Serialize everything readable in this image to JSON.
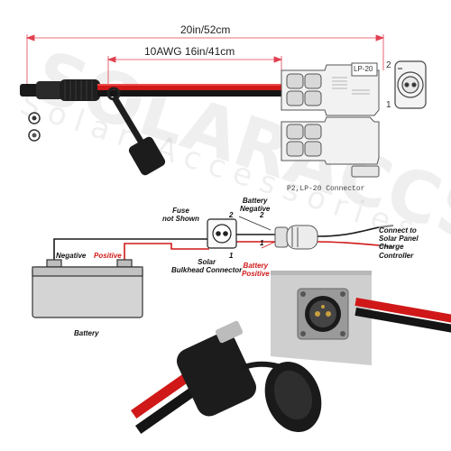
{
  "dimensions": {
    "total_length": "20in/52cm",
    "wire_spec": "10AWG 16in/41cm"
  },
  "top_connector": {
    "model_label": "LP-20",
    "pin_2": "2",
    "pin_1": "1"
  },
  "caption": "P2,LP-20 Connector",
  "wiring": {
    "fuse_note": "Fuse\nnot Shown",
    "battery_negative": "Battery\nNegative",
    "negative": "Negative",
    "positive": "Positive",
    "battery": "Battery",
    "bulkhead": "Solar\nBulkhead Connector",
    "battery_positive": "Battery\nPositive",
    "connect_to": "Connect to\nSolar Panel\nCharge\nController",
    "pin_2": "2",
    "pin_1": "1",
    "pin_2b": "2",
    "pin_1b": "1"
  },
  "watermark": {
    "brand": "SOLARACCS",
    "tagline": "Solar Accessories"
  },
  "colors": {
    "wire_red": "#d01818",
    "wire_black": "#1a1a1a",
    "dimension_line": "#e04050",
    "connector_gray": "#8a8a8a"
  }
}
